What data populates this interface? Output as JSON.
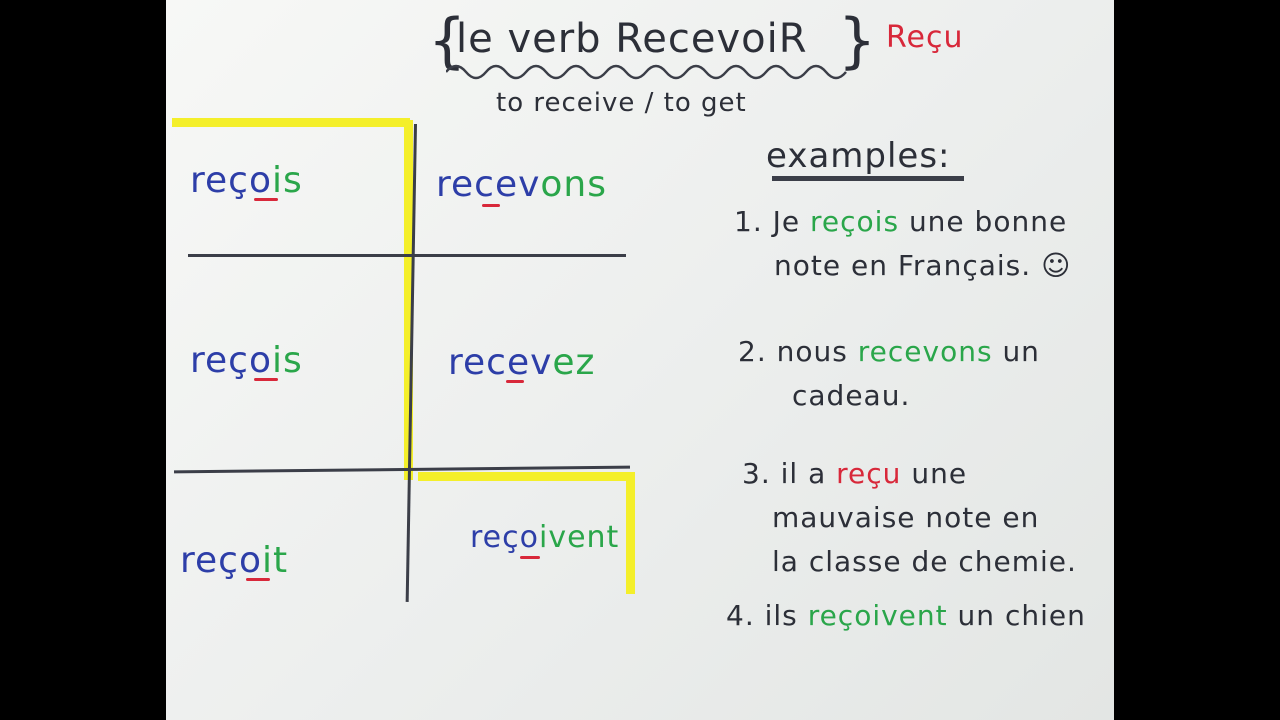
{
  "title": {
    "brace_open": "{",
    "text": "le verb RecevoiR",
    "brace_close": "}",
    "participle": "Reçu",
    "subtitle": "to receive / to get"
  },
  "conjugation": {
    "je": {
      "stem": "reço",
      "ending": "is"
    },
    "nous": {
      "stem": "recev",
      "ending": "ons"
    },
    "tu": {
      "stem": "reço",
      "ending": "is"
    },
    "vous": {
      "stem": "recev",
      "ending": "ez"
    },
    "il": {
      "stem": "reço",
      "ending": "it"
    },
    "ils": {
      "stem": "reço",
      "ending": "ivent"
    }
  },
  "examples": {
    "heading": "examples:",
    "ex1": {
      "num": "1.",
      "pre": "Je",
      "verb": "reçois",
      "post_line1": "une bonne",
      "line2": "note en Français.",
      "smiley": "☺"
    },
    "ex2": {
      "num": "2.",
      "pre": "nous",
      "verb": "recevons",
      "post_line1": "un",
      "line2": "cadeau."
    },
    "ex3": {
      "num": "3.",
      "pre": "il a",
      "verb": "reçu",
      "post_line1": "une",
      "line2": "mauvaise note en",
      "line3": "la classe de chemie."
    },
    "ex4": {
      "num": "4.",
      "pre": "ils",
      "verb": "reçoivent",
      "post_line1": "un chien"
    }
  },
  "colors": {
    "stem": "#2d3ea8",
    "ending": "#2aa64a",
    "highlight": "#d8283a",
    "highlighter": "#f4ef2a",
    "ink": "#2c2f38"
  }
}
